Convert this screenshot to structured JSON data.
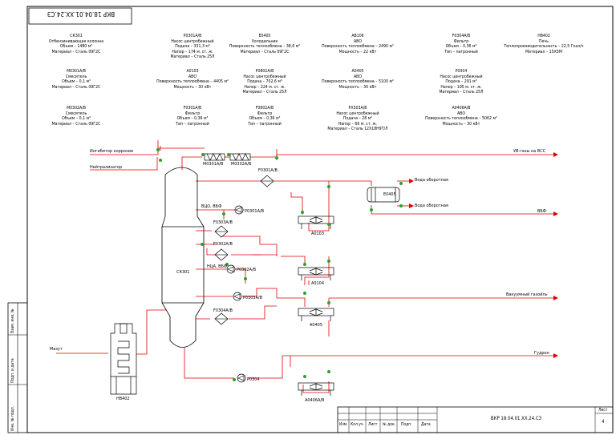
{
  "frame": {
    "doc_code_top": "ВКР 18.04.01.XX.24.СЗ",
    "doc_code_bottom": "ВКР 18.04.01.XX.24.СЗ",
    "sheet_label": "Лист",
    "sheet_number": "4",
    "title_cols": [
      "Изм.",
      "Кол.уч.",
      "Лист",
      "№ док.",
      "Подп.",
      "Дата"
    ],
    "side_labels": [
      "Взам. инв. №",
      "Подп. и дата",
      "Инв. № подл."
    ]
  },
  "specs": [
    {
      "lines": [
        "СК301",
        "Отбензинивающая колонна",
        "Объем – 1480 м³",
        "Материал – Сталь 09Г2С"
      ]
    },
    {
      "lines": [
        "Р0301А/В",
        "Насос центробежный",
        "Подача – 331,3 м³",
        "Напор – 174 м. ст. ж.",
        "Материал – Сталь 25Л"
      ]
    },
    {
      "lines": [
        "Е0405",
        "Холодильник",
        "Поверхность теплообмена – 38,6 м²",
        "Материал – Сталь 09Г2С"
      ]
    },
    {
      "lines": [
        "АВ106",
        "АВО",
        "Поверхность теплообмена – 2490 м²",
        "Мощность – 22 кВт"
      ]
    },
    {
      "lines": [
        "F0304А/В",
        "Фильтр",
        "Объем – 0,36 м³",
        "Тип – патронный"
      ]
    },
    {
      "lines": [
        "НВ402",
        "Печь",
        "Теплопроизводительность – 22,5 Гкал/ч",
        "Материал – 15Х5М"
      ]
    },
    {
      "lines": [
        "М0301А/В",
        "Смеситель",
        "Объем – 0,1 м³",
        "Материал – Сталь 09Г2С"
      ]
    },
    {
      "lines": [
        "А0103",
        "АВО",
        "Поверхность теплообмена – 4405 м²",
        "Мощность – 30 кВт"
      ]
    },
    {
      "lines": [
        "Р0802А/В",
        "Насос центробежный",
        "Подача – 702,6 м³",
        "Напор – 224 м. ст. ж.",
        "Материал – Сталь 25Л"
      ]
    },
    {
      "lines": [
        "А0405",
        "АВО",
        "Поверхность теплообмена – 5100 м²",
        "Мощность – 30 кВт"
      ]
    },
    {
      "lines": [
        "Р0304",
        "Насос центробежный",
        "Подача – 291 м³",
        "Напор – 195 м. ст. ж.",
        "Материал – Сталь 25Л"
      ]
    },
    {
      "lines": [
        "М0302А/В",
        "Смеситель",
        "Объем – 0,1 м³",
        "Материал – Сталь 09Г2С"
      ]
    },
    {
      "lines": [
        "F0301А/В",
        "Фильтр",
        "Объем – 0,36 м³",
        "Тип – патронный"
      ]
    },
    {
      "lines": [
        "F0802А/В",
        "Фильтр",
        "Объем – 0,36 м³",
        "Тип – патронный"
      ]
    },
    {
      "lines": [
        "РХ303А/В",
        "Насос центробежный",
        "Подача – 28 м³",
        "Напор – 66 м. ст. ж.",
        "Материал – Сталь 12Х18Н9Т/Л"
      ]
    },
    {
      "lines": [
        "А0406А/В",
        "АВО",
        "Поверхность теплообмена – 5062 м²",
        "Мощность – 30 кВт"
      ]
    }
  ],
  "streams": {
    "inhibitor": "Ингибитор коррозии",
    "neutralizer": "Нейтрализатор",
    "uv_gases": "УВ-газы на ВСС",
    "water_out_1": "Вода оборотная",
    "water_out_2": "Вода оборотная",
    "vbf": "ВБФ",
    "vacuum_gasoil": "Вакуумный газойль",
    "gudron": "Гудрон",
    "mazut": "Мазут",
    "vtsd_vbf": "ВЦО, ВБФ",
    "ntsa_vbf": "НЦА, ВБФ"
  },
  "tags": {
    "m0301": "М0301А/В",
    "m0302": "М0302А/В",
    "f0301": "F0301А/В",
    "e0405": "Е0405",
    "p0301": "Р0301А/В",
    "f0303": "F0303А/В",
    "f0302": "F0302А/В",
    "p0302": "Р0302А/В",
    "p0303": "Р0303А/В",
    "f0304": "F0304А/В",
    "column": "СК301",
    "a0103": "А0103",
    "a0104": "А0104",
    "a0405": "А0405",
    "a0406": "А0406А/В",
    "p0304": "Р0304",
    "furnace": "НВ402"
  },
  "colors": {
    "line": "#e00000",
    "frame": "#000000",
    "valve": "#2ca02c"
  }
}
